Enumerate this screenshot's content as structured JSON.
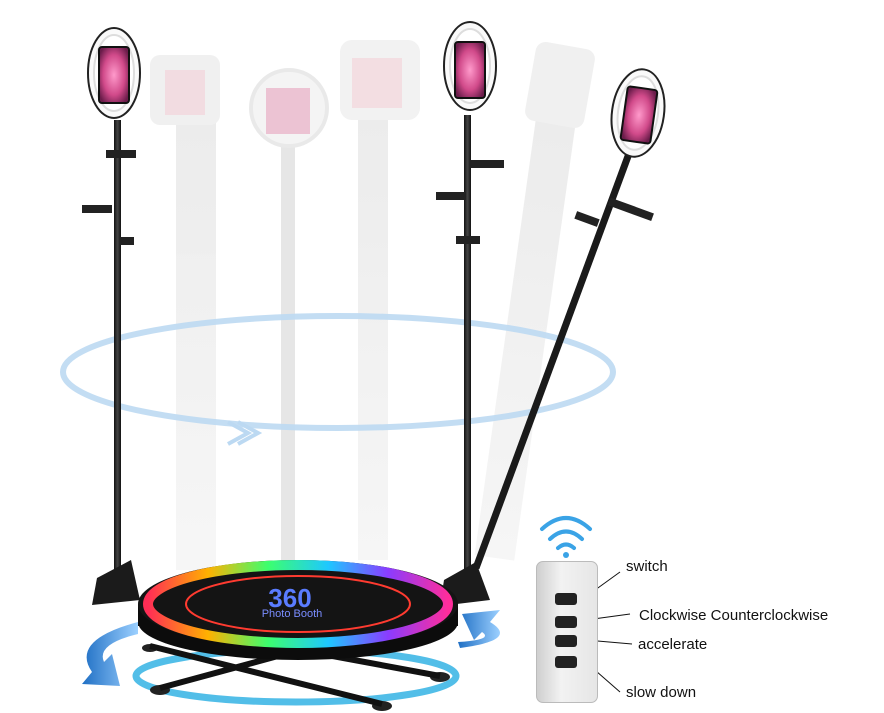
{
  "product": {
    "turntable_logo": "360",
    "turntable_brand": "Photo Booth"
  },
  "remote": {
    "buttons": [
      {
        "id": "switch",
        "label": "switch"
      },
      {
        "id": "direction",
        "label": "Clockwise Counterclockwise"
      },
      {
        "id": "accelerate",
        "label": "accelerate"
      },
      {
        "id": "slow-down",
        "label": "slow down"
      }
    ]
  },
  "colors": {
    "rotation_ring": "#bcd9f2",
    "arrow_blue": "#3f8fd8",
    "wifi_blue": "#3aa3e6",
    "platform_dark": "#141414"
  },
  "icons": [
    "wifi-signal-icon",
    "rotation-arrow-left-icon",
    "rotation-arrow-right-icon"
  ]
}
